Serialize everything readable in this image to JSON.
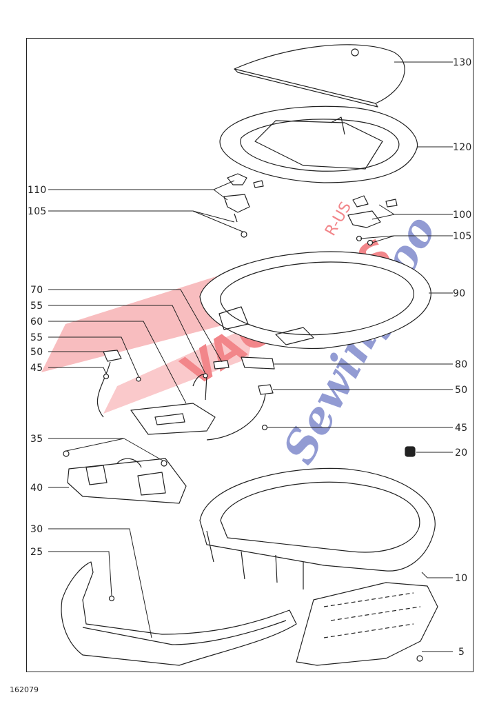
{
  "diagram": {
    "document_number": "162079",
    "watermark": {
      "brand": "VACUUMS",
      "small": "R-US",
      "tagline": "Sewing too",
      "colors": {
        "red": "#e8242c",
        "blue": "#3a4bb0"
      }
    },
    "callouts": {
      "c130": "130",
      "c120": "120",
      "c110": "110",
      "c105a": "105",
      "c100": "100",
      "c105b": "105",
      "c90": "90",
      "c70": "70",
      "c55a": "55",
      "c60": "60",
      "c55b": "55",
      "c50a": "50",
      "c45a": "45",
      "c80": "80",
      "c50b": "50",
      "c45b": "45",
      "c20": "20",
      "c35": "35",
      "c40": "40",
      "c30": "30",
      "c25": "25",
      "c10": "10",
      "c5": "5"
    },
    "colors": {
      "line": "#222222",
      "part_fill": "#ffffff"
    }
  }
}
